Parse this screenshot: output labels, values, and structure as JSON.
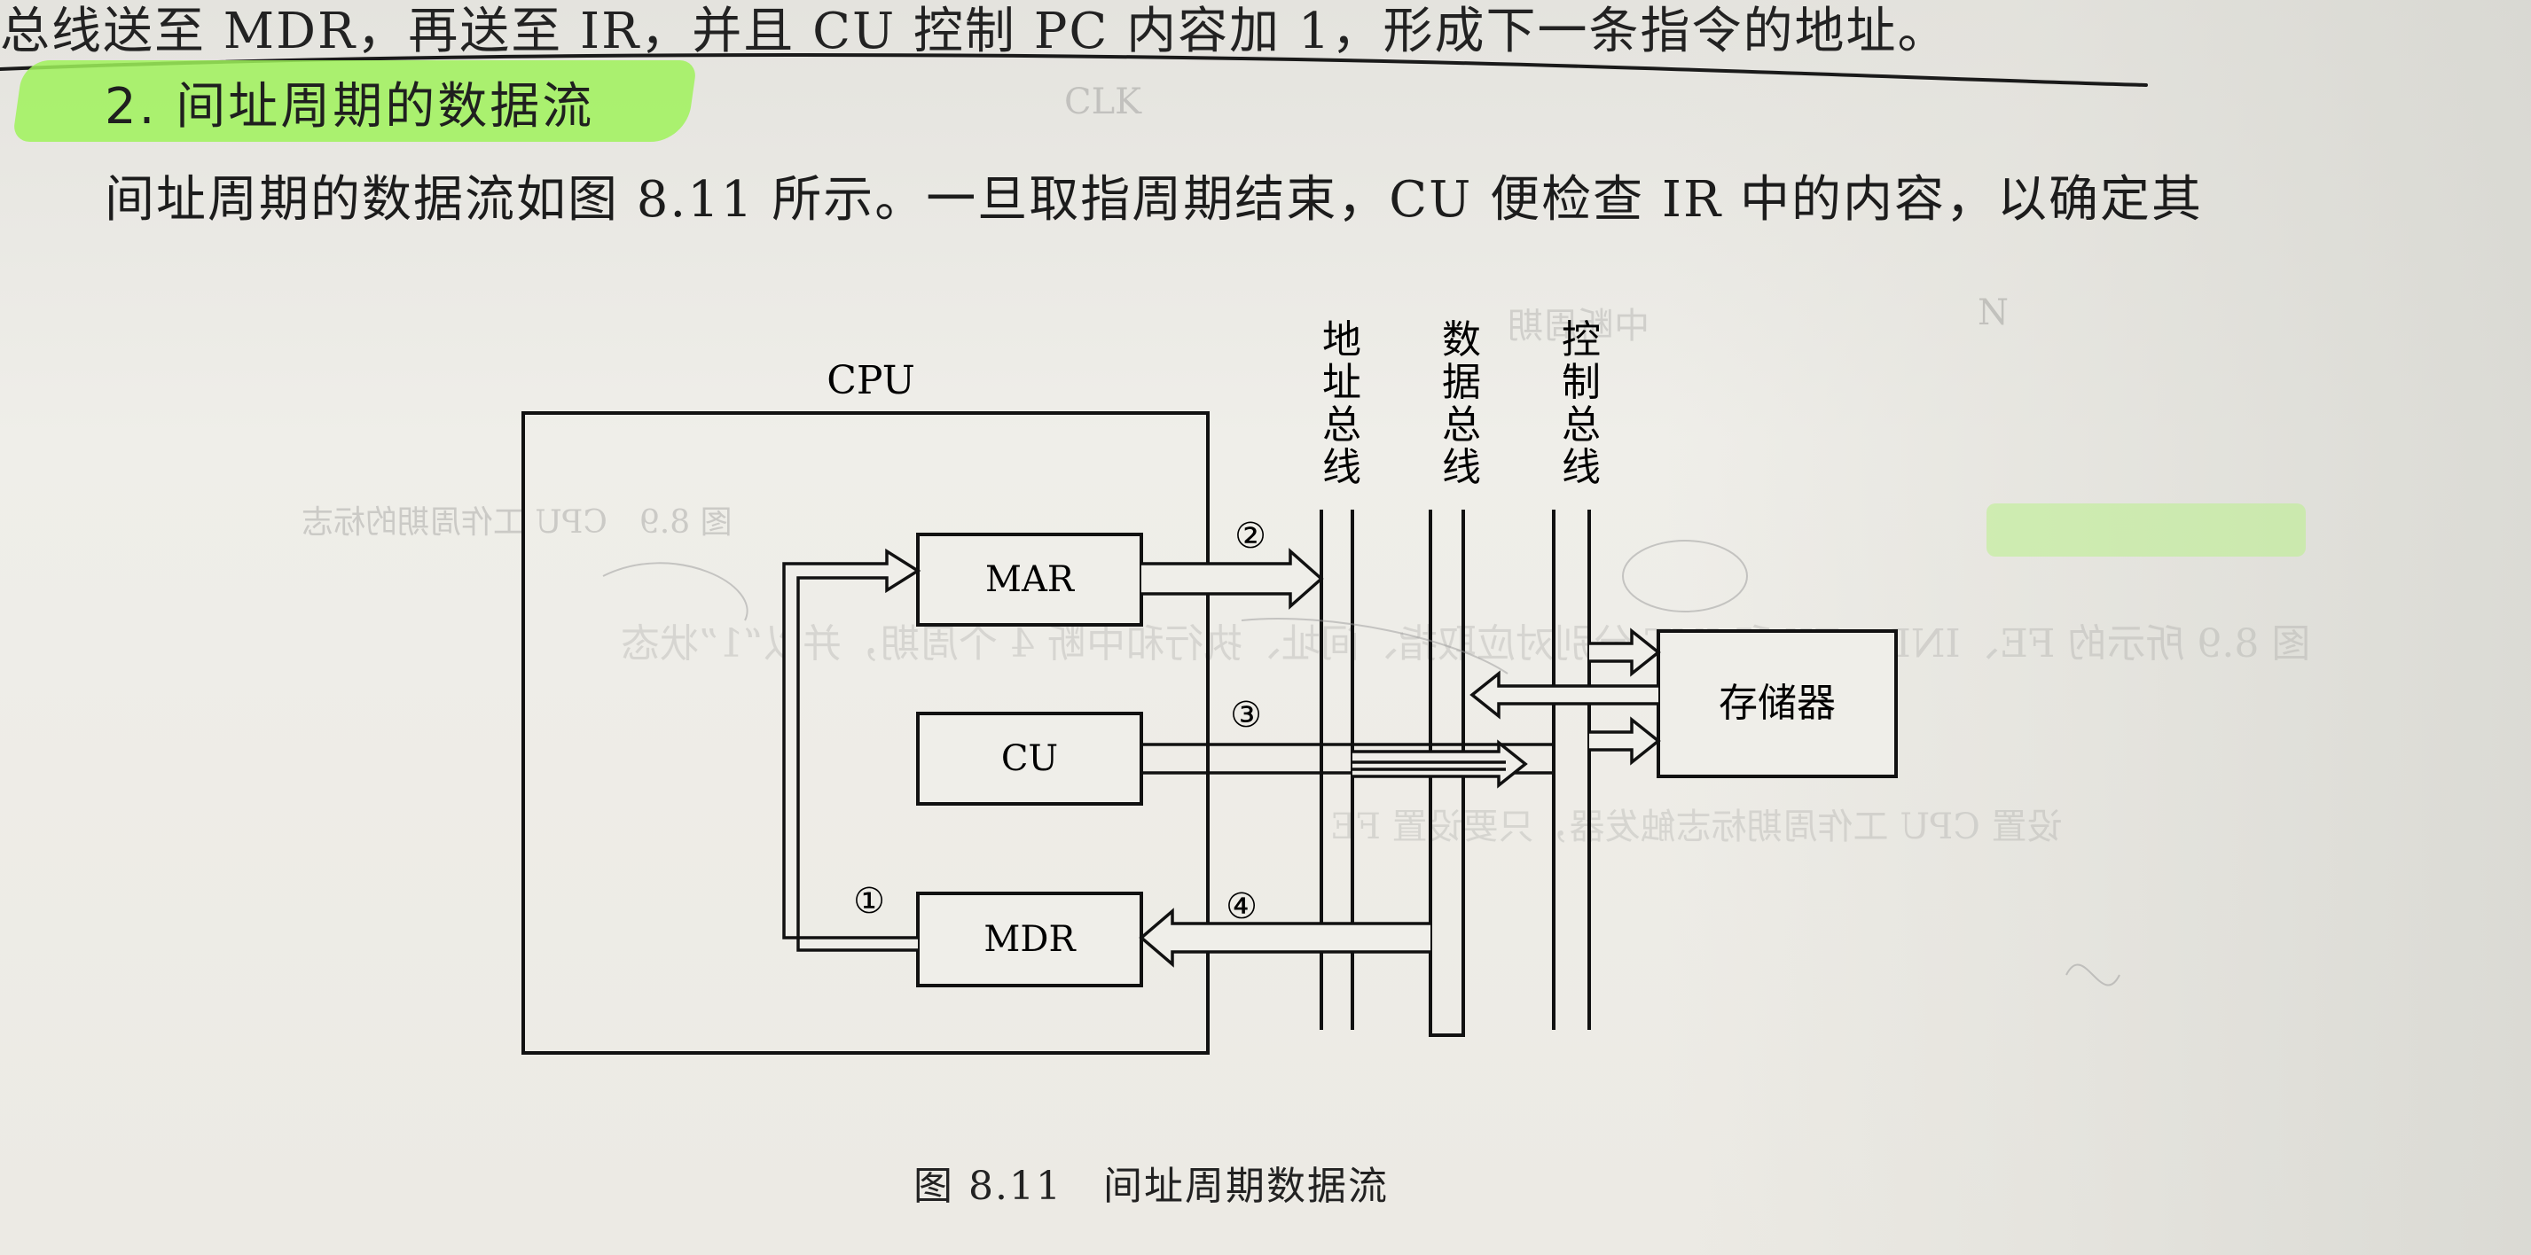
{
  "top_text": "总线送至 MDR，再送至 IR，并且 CU 控制 PC 内容加 1，形成下一条指令的地址。",
  "section": {
    "heading": "2. 间址周期的数据流"
  },
  "paragraph": "间址周期的数据流如图 8.11 所示。一旦取指周期结束，CU 便检查 IR 中的内容，以确定其",
  "diagram": {
    "cpu_label": "CPU",
    "registers": {
      "mar": "MAR",
      "cu": "CU",
      "mdr": "MDR"
    },
    "memory": "存储器",
    "buses": {
      "address": [
        "地",
        "址",
        "总",
        "线"
      ],
      "data": [
        "数",
        "据",
        "总",
        "线"
      ],
      "control": [
        "控",
        "制",
        "总",
        "线"
      ]
    },
    "steps": {
      "s1": "①",
      "s2": "②",
      "s3": "③",
      "s4": "④"
    }
  },
  "caption": "图 8.11　间址周期数据流",
  "bleed_through": {
    "line1": "图 8.9　CPU 工作周期的标志",
    "line2": "图 8.9 所示的 FE、IND、EX 和 INT 分别对应取指、间址、执行和中断 4 个周期，并以“1”状态",
    "line3": "设置 CPU 工作周期标志触发器，只要设置 FE",
    "line4": "中断周期",
    "line5": "CLK",
    "line6": "N"
  },
  "colors": {
    "highlighter": "#9ff25a",
    "ink": "#1a1a1a",
    "paper": "#ecebe6"
  }
}
